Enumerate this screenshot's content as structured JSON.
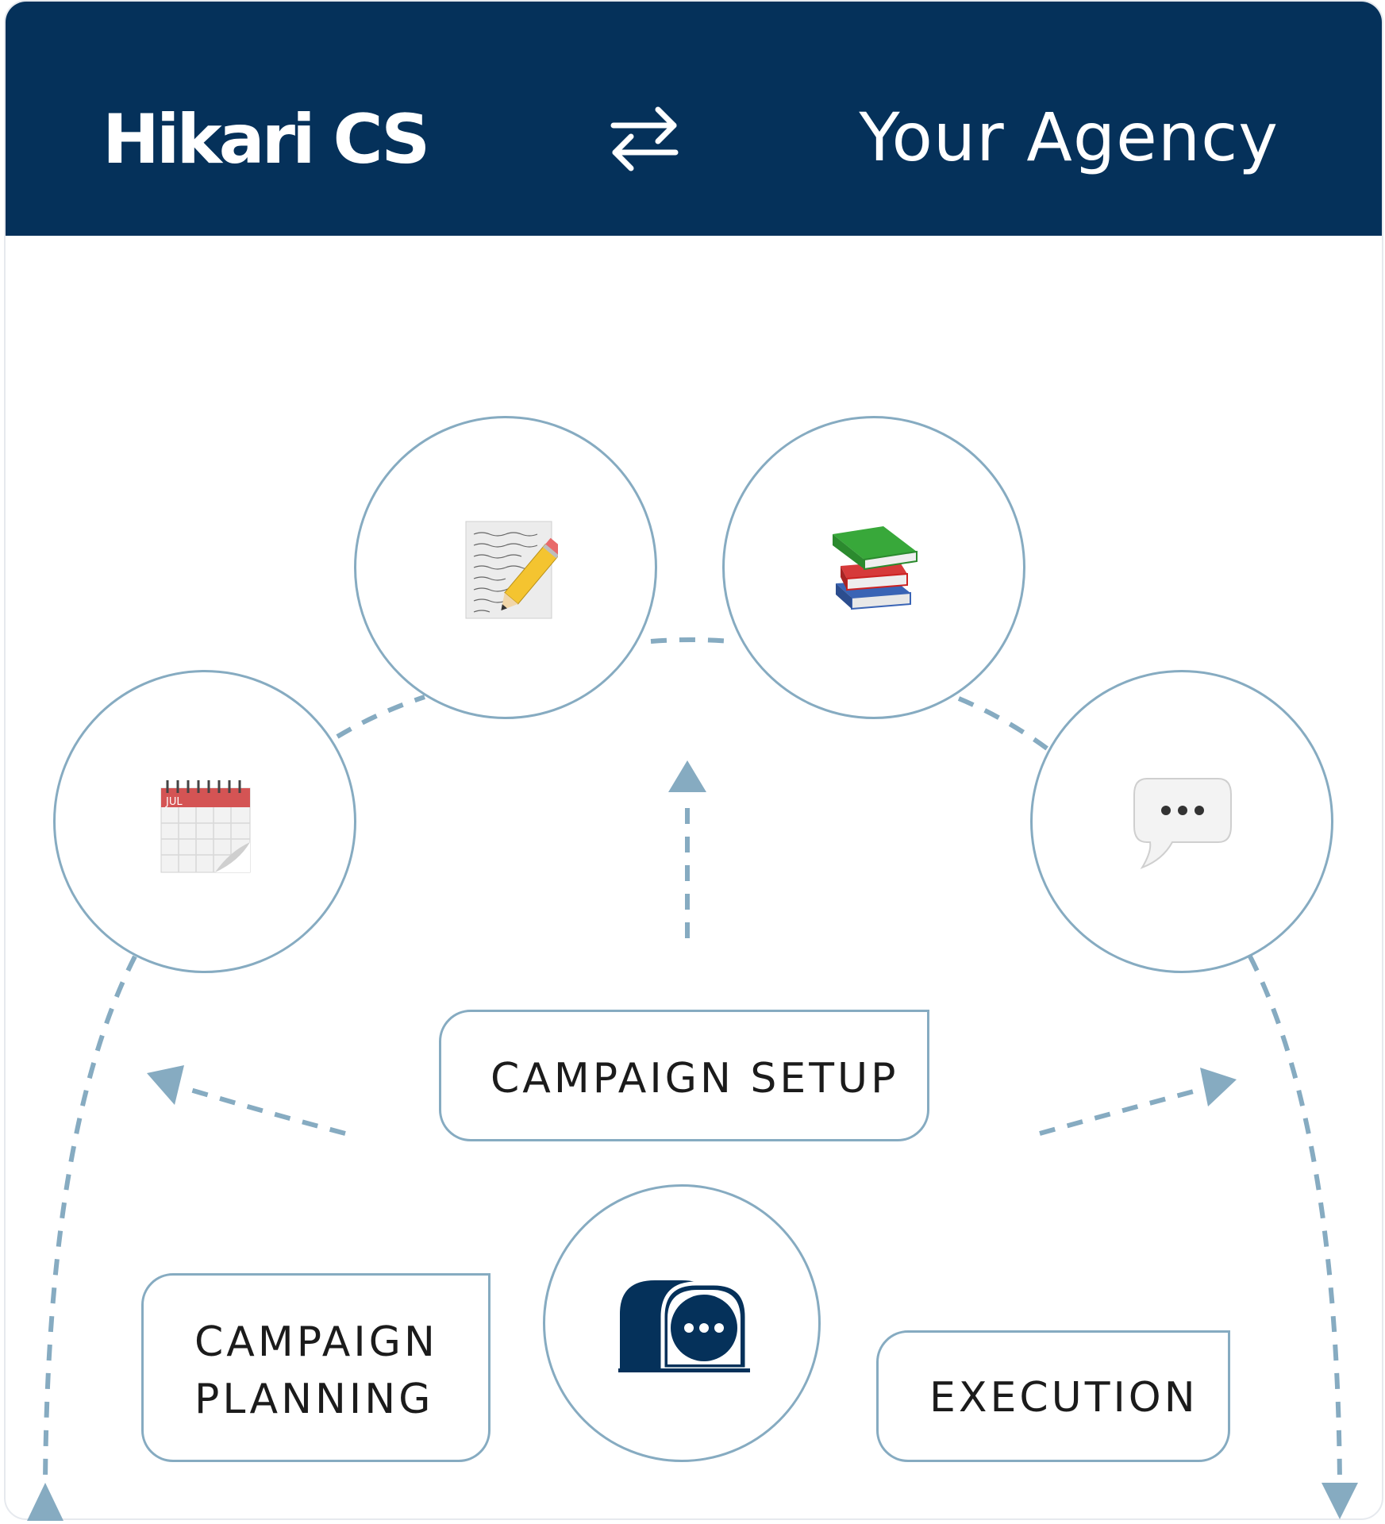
{
  "header": {
    "left_brand": "Hikari CS",
    "right_brand": "Your Agency",
    "swap_icon": "swap-arrows-icon"
  },
  "nodes": [
    {
      "id": "calendar",
      "icon": "calendar-icon",
      "calendar_month": "JUL"
    },
    {
      "id": "document",
      "icon": "memo-pencil-icon"
    },
    {
      "id": "books",
      "icon": "books-icon"
    },
    {
      "id": "speech",
      "icon": "speech-bubble-icon"
    },
    {
      "id": "center",
      "icon": "chat-bubbles-logo-icon"
    }
  ],
  "labels": {
    "campaign_setup": "CAMPAIGN SETUP",
    "campaign_planning": "CAMPAIGN\nPLANNING",
    "execution": "EXECUTION"
  },
  "colors": {
    "header_bg": "#05315a",
    "accent": "#86abc1",
    "text": "#1b1b1b"
  }
}
